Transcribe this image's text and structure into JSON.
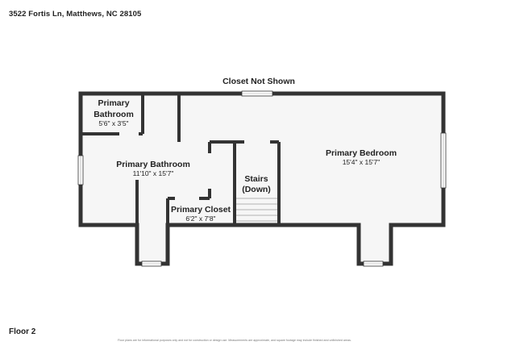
{
  "header": {
    "address": "3522 Fortis Ln, Matthews, NC 28105"
  },
  "plan": {
    "closet_note": "Closet Not Shown",
    "rooms": {
      "primary_bathroom_small": {
        "name_line1": "Primary",
        "name_line2": "Bathroom",
        "dims": "5'6\" x 3'5\""
      },
      "primary_bathroom": {
        "name": "Primary Bathroom",
        "dims": "11'10\" x 15'7\""
      },
      "stairs": {
        "name_line1": "Stairs",
        "name_line2": "(Down)"
      },
      "primary_closet": {
        "name": "Primary Closet",
        "dims": "6'2\" x 7'8\""
      },
      "primary_bedroom": {
        "name": "Primary Bedroom",
        "dims": "15'4\" x 15'7\""
      }
    }
  },
  "footer": {
    "floor": "Floor 2",
    "disclaimer": "Floor plans are for informational purposes only and not for construction or design use. Measurements are approximate, and square footage may include finished and unfinished areas."
  },
  "colors": {
    "wall": "#333333",
    "floor": "#f6f6f6",
    "window": "#ffffff"
  }
}
